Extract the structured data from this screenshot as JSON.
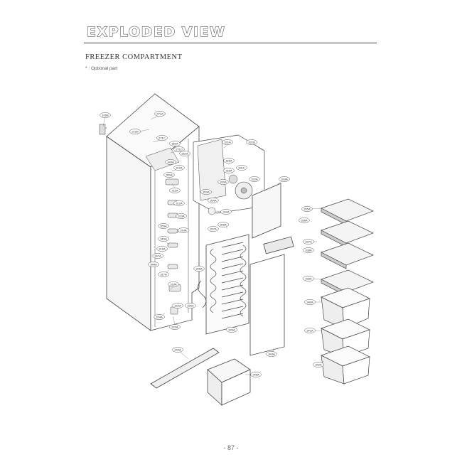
{
  "document": {
    "title": "EXPLODED VIEW",
    "section": "FREEZER COMPARTMENT",
    "note": "* : Optional part",
    "page_number": "- 87 -"
  },
  "callouts": [
    "106B",
    "271A",
    "271B",
    "271C",
    "271D",
    "331A",
    "331B",
    "331C",
    "332A",
    "333A",
    "334A",
    "309A",
    "310A",
    "311A",
    "312A",
    "313A",
    "314A",
    "315A",
    "316A",
    "317A",
    "318A",
    "322A",
    "323A",
    "324A",
    "325A",
    "326A",
    "327A",
    "328A",
    "329A",
    "330A",
    "335A",
    "336A",
    "337A",
    "338A",
    "339A",
    "340A",
    "341A",
    "342A",
    "343A",
    "344A",
    "345A",
    "346A",
    "347A",
    "348A",
    "349A",
    "350A",
    "351A",
    "352A",
    "353A",
    "354A",
    "355A"
  ]
}
